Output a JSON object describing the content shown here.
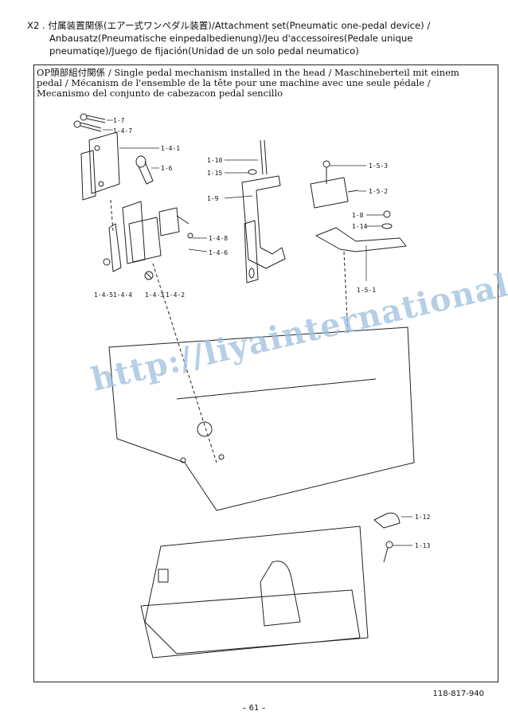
{
  "header": {
    "line1": "X2 . 付属装置関係(エアー式ワンペダル装置)/Attachment set(Pneumatic one-pedal device) /",
    "line2": "Anbausatz(Pneumatische einpedalbedienung)/Jeu d'accessoires(Pedale unique",
    "line3": "pneumatiqe)/Juego de fijación(Unidad de un solo pedal neumatico)"
  },
  "caption": {
    "line1": "OP頭部組付関係 / Single pedal mechanism installed in the head / Maschineberteil mit einem",
    "line2": "pedal / Mécanism de l'ensemble de la tête pour une machine avec une seule pédale /",
    "line3": "Mecanismo del conjunto de cabezacon pedal sencillo"
  },
  "part_labels": {
    "p1_7": "1-7",
    "p1_4_7": "1-4-7",
    "p1_4_1": "1-4-1",
    "p1_6": "1-6",
    "p1_4_8": "1-4-8",
    "p1_4_6": "1-4-6",
    "p1_4_5": "1-4-5",
    "p1_4_4": "1-4-4",
    "p1_4_3": "1-4-3",
    "p1_4_2": "1-4-2",
    "p1_10": "1-10",
    "p1_15": "1-15",
    "p1_9": "1-9",
    "p1_5_3": "1-5-3",
    "p1_5_2": "1-5-2",
    "p1_8": "1-8",
    "p1_14": "1-14",
    "p1_5_1": "1-5-1",
    "p1_12": "1-12",
    "p1_13": "1-13"
  },
  "watermark": "http://liyainternational.com/",
  "footer": {
    "doc_number": "118-817-940",
    "page_number": "– 61 –"
  }
}
